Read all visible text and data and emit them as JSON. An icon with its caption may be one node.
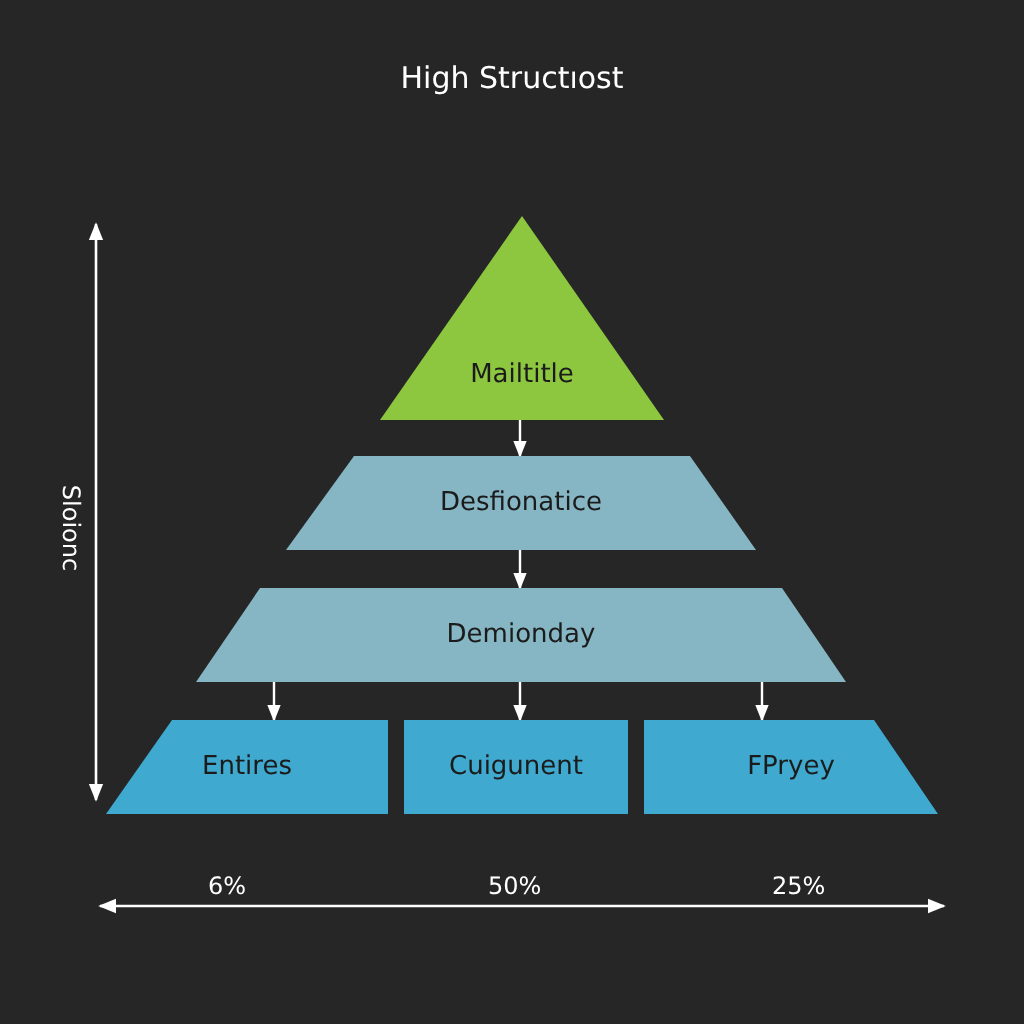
{
  "diagram": {
    "title": "High Structıost",
    "nodes": [
      {
        "text": [
          "Mailtitle"
        ]
      },
      {
        "text": [
          "Desfionatice"
        ]
      },
      {
        "text": [
          "Demionday"
        ]
      },
      {
        "text": [
          "Entires"
        ]
      },
      {
        "text": [
          "Cuigunent"
        ]
      },
      {
        "text": [
          "FPryey"
        ]
      }
    ],
    "edges": [
      {
        "from": 0,
        "to": 1,
        "arrow": "to"
      },
      {
        "from": 1,
        "to": 2,
        "arrow": "to"
      },
      {
        "from": 2,
        "to": 3,
        "arrow": "to"
      },
      {
        "from": 2,
        "to": 4,
        "arrow": "to"
      },
      {
        "from": 2,
        "to": 5,
        "arrow": "to"
      }
    ],
    "labels": [
      "Sloionc",
      "6%",
      "50%",
      "25%"
    ]
  }
}
